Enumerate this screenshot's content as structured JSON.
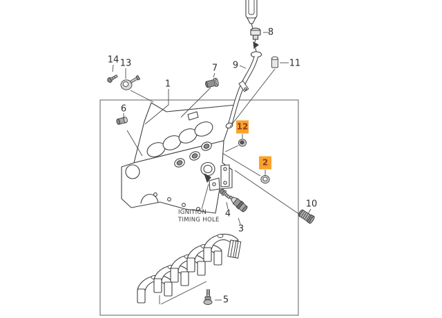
{
  "callouts": {
    "c1": {
      "label": "1"
    },
    "c2": {
      "label": "2",
      "highlighted": true
    },
    "c3": {
      "label": "3"
    },
    "c4": {
      "label": "4"
    },
    "c5": {
      "label": "5"
    },
    "c6": {
      "label": "6"
    },
    "c7": {
      "label": "7"
    },
    "c8": {
      "label": "8"
    },
    "c9": {
      "label": "9"
    },
    "c10": {
      "label": "10"
    },
    "c11": {
      "label": "11"
    },
    "c12": {
      "label": "12",
      "highlighted": true
    },
    "c13": {
      "label": "13"
    },
    "c14": {
      "label": "14"
    }
  },
  "annotation": {
    "line1": "IGNITION",
    "line2": "TIMING HOLE"
  },
  "colors": {
    "highlight_bg": "#F9A32B",
    "highlight_text": "#8F3A22",
    "line": "#3f3f3f",
    "frame": "#8c8c8c"
  }
}
